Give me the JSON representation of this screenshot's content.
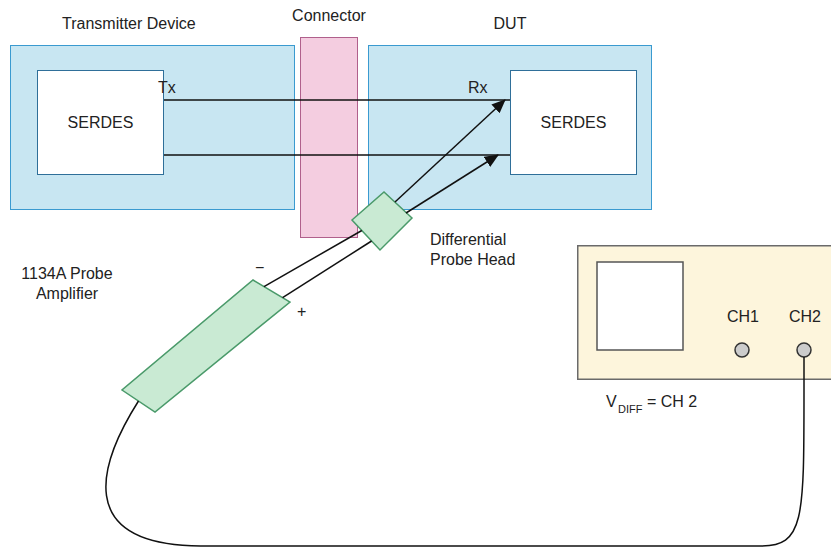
{
  "diagram": {
    "nodes": [
      {
        "text": [
          "Transmitter Device"
        ]
      },
      {
        "text": [
          "SERDES"
        ],
        "in": 0
      },
      {
        "text": [
          "Connector"
        ]
      },
      {
        "text": [
          "DUT"
        ]
      },
      {
        "text": [
          "SERDES"
        ],
        "in": 3
      },
      {
        "text": [
          "Differential Probe Head"
        ]
      },
      {
        "text": [
          "1134A Probe Amplifier"
        ]
      },
      {
        "text": [
          "CH1",
          "CH2"
        ]
      }
    ],
    "edges": [
      {
        "from": 1,
        "to": 4,
        "arrow": "none"
      },
      {
        "from": 1,
        "to": 4,
        "arrow": "none"
      },
      {
        "from": 5,
        "to": 6,
        "arrow": "none"
      },
      {
        "from": 5,
        "to": 6,
        "arrow": "none"
      },
      {
        "from": 6,
        "to": 7,
        "arrow": "none"
      }
    ],
    "labels": [
      "Tx",
      "Rx",
      "−",
      "+",
      "V",
      "DIFF",
      "= CH 2"
    ]
  }
}
